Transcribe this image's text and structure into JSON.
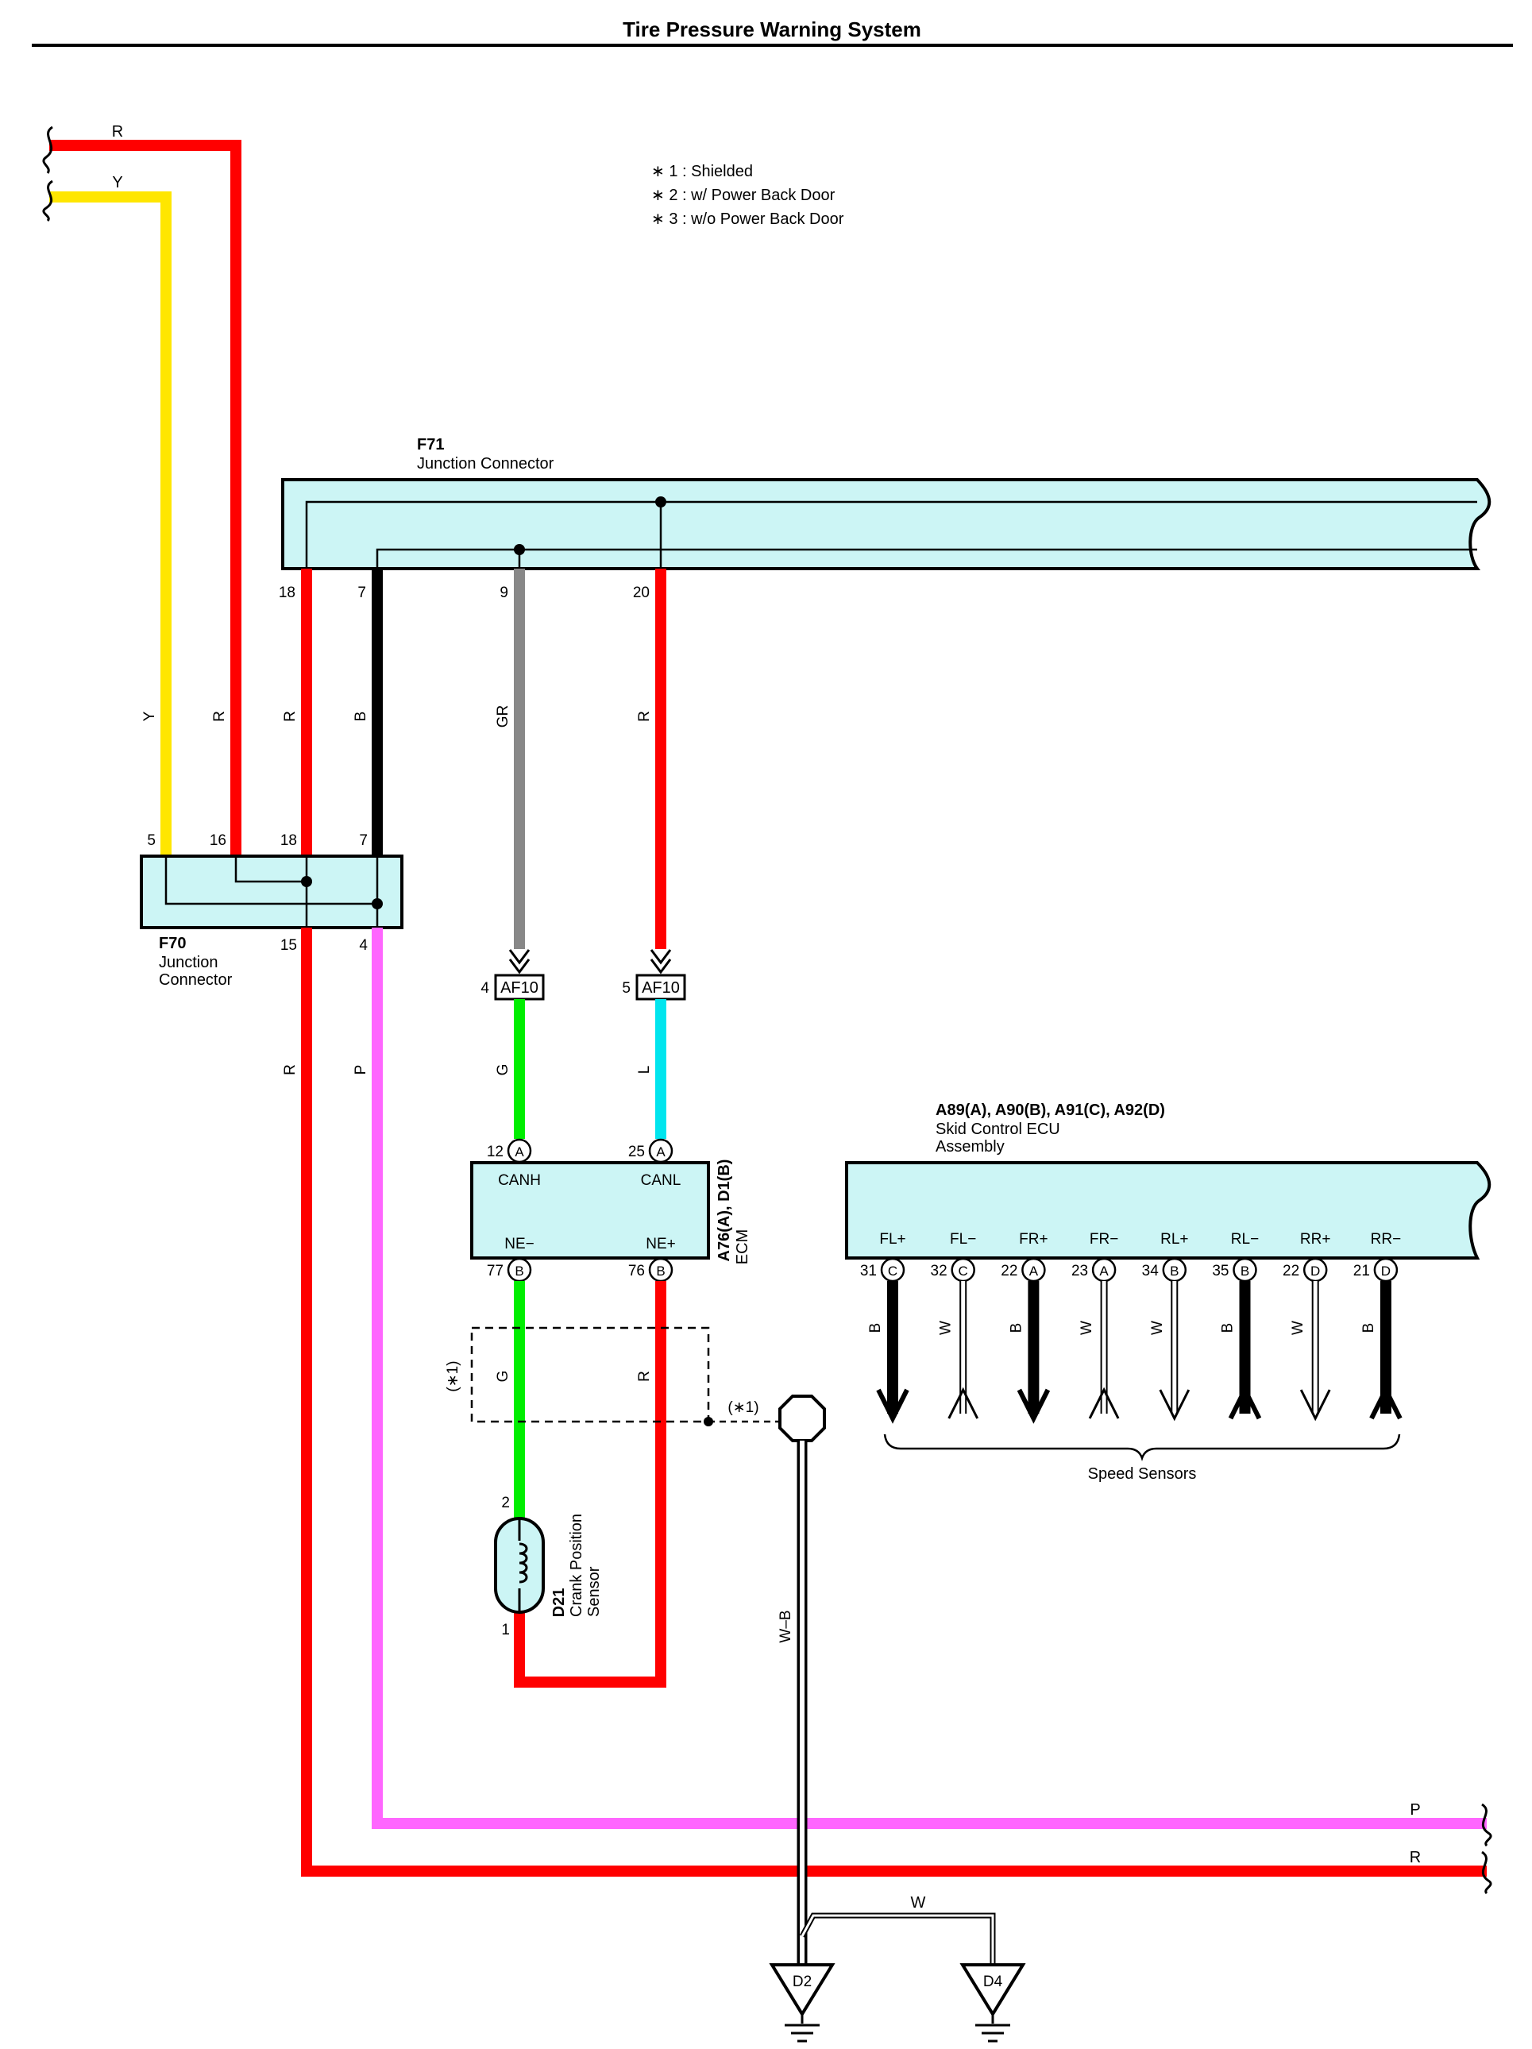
{
  "title": "Tire Pressure Warning System",
  "notes": [
    "∗ 1 : Shielded",
    "∗ 2 : w/ Power Back Door",
    "∗ 3 : w/o Power Back Door"
  ],
  "colors": {
    "R": "#ff0000",
    "Y": "#ffe600",
    "B": "#000000",
    "GR": "#888888",
    "G": "#00ee00",
    "L": "#00e5ee",
    "P": "#ff66ff",
    "W": "#ffffff",
    "connector": "#ccf5f5"
  },
  "top_wires": {
    "r_label": "R",
    "y_label": "Y"
  },
  "f71": {
    "code": "F71",
    "name": "Junction Connector",
    "pins": [
      "18",
      "7",
      "9",
      "20"
    ],
    "wire_labels": [
      "R",
      "B",
      "GR",
      "R"
    ]
  },
  "f70": {
    "code": "F70",
    "name_lines": [
      "Junction",
      "Connector"
    ],
    "top_pins": [
      "5",
      "16",
      "18",
      "7"
    ],
    "bottom_pins": [
      "15",
      "4"
    ],
    "wire_labels_top": [
      "Y",
      "R"
    ],
    "wire_labels_bottom": [
      "R",
      "P"
    ]
  },
  "af10": {
    "label": "AF10",
    "pins": [
      "4",
      "5"
    ],
    "wire_labels": [
      "G",
      "L"
    ]
  },
  "ecm": {
    "code": "A76(A), D1(B)",
    "name": "ECM",
    "top_pins": [
      "12",
      "25"
    ],
    "top_letters": [
      "A",
      "A"
    ],
    "top_names": [
      "CANH",
      "CANL"
    ],
    "bottom_pins": [
      "77",
      "76"
    ],
    "bottom_letters": [
      "B",
      "B"
    ],
    "bottom_names": [
      "NE−",
      "NE+"
    ],
    "lower_wire_labels": [
      "G",
      "R"
    ]
  },
  "shield": {
    "left_label": "(∗1)",
    "right_label": "(∗1)"
  },
  "crank_sensor": {
    "code": "D21",
    "name_lines": [
      "Crank Position",
      "Sensor"
    ],
    "pins": [
      "2",
      "1"
    ]
  },
  "skid_ecu": {
    "code": "A89(A), A90(B), A91(C), A92(D)",
    "name_lines": [
      "Skid Control ECU",
      "Assembly"
    ],
    "terminals": [
      {
        "name": "FL+",
        "pin": "31",
        "letter": "C",
        "wire": "B"
      },
      {
        "name": "FL−",
        "pin": "32",
        "letter": "C",
        "wire": "W"
      },
      {
        "name": "FR+",
        "pin": "22",
        "letter": "A",
        "wire": "B"
      },
      {
        "name": "FR−",
        "pin": "23",
        "letter": "A",
        "wire": "W"
      },
      {
        "name": "RL+",
        "pin": "34",
        "letter": "B",
        "wire": "W"
      },
      {
        "name": "RL−",
        "pin": "35",
        "letter": "B",
        "wire": "B"
      },
      {
        "name": "RR+",
        "pin": "22",
        "letter": "D",
        "wire": "W"
      },
      {
        "name": "RR−",
        "pin": "21",
        "letter": "D",
        "wire": "B"
      }
    ],
    "sensors_label": "Speed Sensors"
  },
  "ground": {
    "wire_label": "W–B",
    "branch_label": "W",
    "points": [
      "D2",
      "D4"
    ]
  },
  "bottom_wires": {
    "p_label": "P",
    "r_label": "R"
  }
}
